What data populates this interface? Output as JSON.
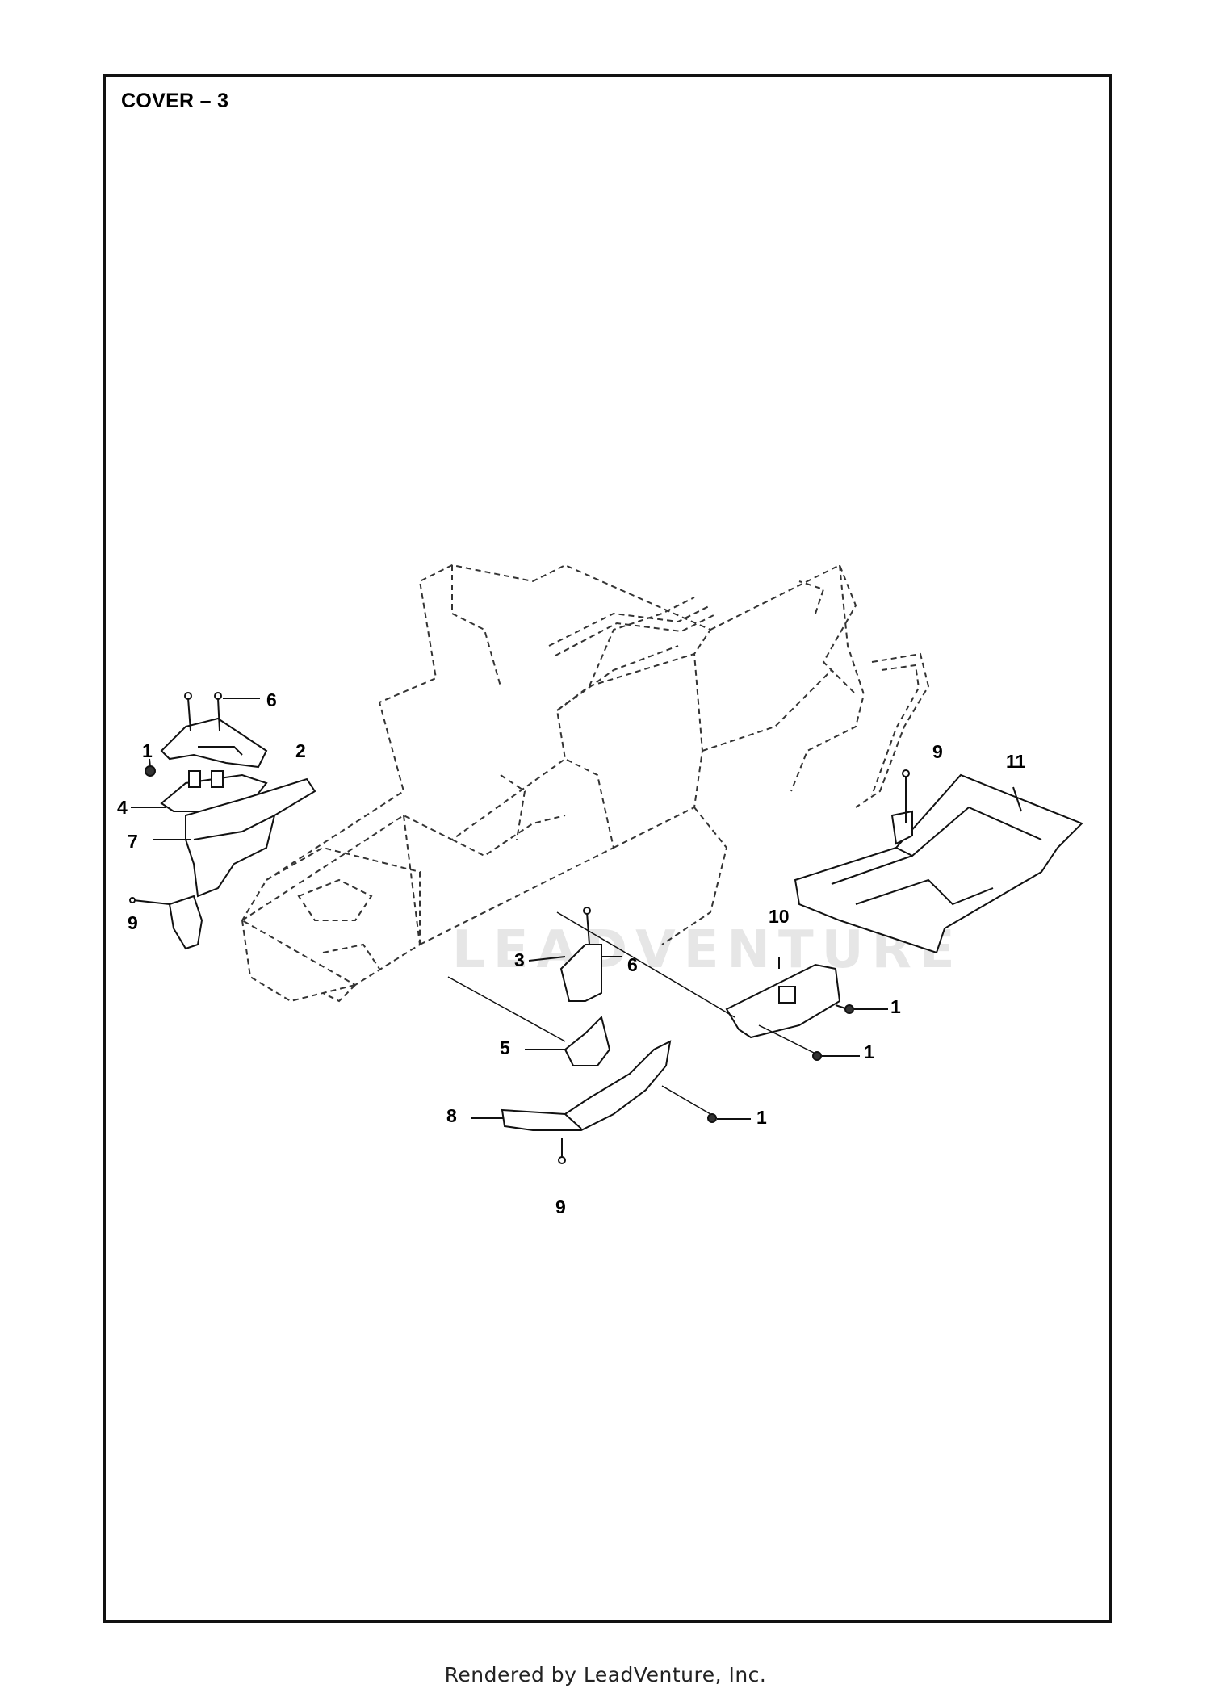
{
  "title": "COVER – 3",
  "footer": "Rendered by LeadVenture, Inc.",
  "watermark": "LEADVENTURE",
  "callouts": {
    "c1_left": "1",
    "c2": "2",
    "c3": "3",
    "c4": "4",
    "c5": "5",
    "c6_top": "6",
    "c6_mid": "6",
    "c7": "7",
    "c8": "8",
    "c9_left": "9",
    "c9_bottom": "9",
    "c9_right": "9",
    "c10": "10",
    "c11": "11",
    "c1_right_a": "1",
    "c1_right_b": "1",
    "c1_bottom": "1"
  },
  "colors": {
    "line": "#111111",
    "part_fill": "#ffffff",
    "shadow": "#333333"
  }
}
